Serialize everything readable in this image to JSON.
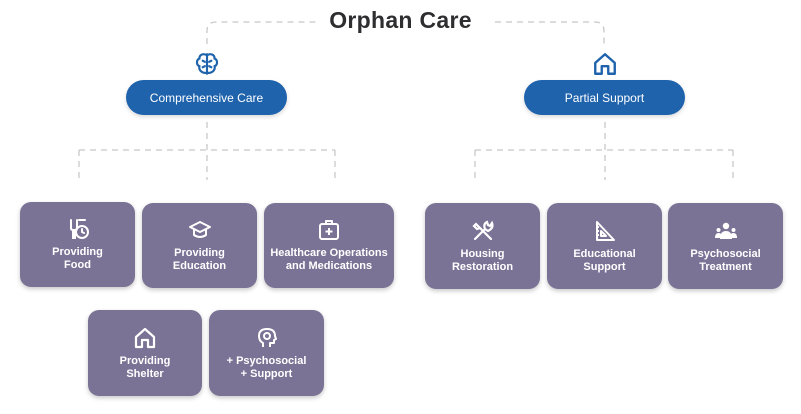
{
  "title": "Orphan Care",
  "branches": [
    {
      "label": "Comprehensive Care",
      "icon": "brain-icon",
      "items": [
        {
          "label": "Providing\nFood",
          "icon": "food-timer-icon"
        },
        {
          "label": "Providing\nEducation",
          "icon": "graduation-cap-icon"
        },
        {
          "label": "Healthcare Operations\nand Medications",
          "icon": "first-aid-kit-icon"
        },
        {
          "label": "Providing\nShelter",
          "icon": "home-icon"
        },
        {
          "label": "+ Psychosocial\n+ Support",
          "icon": "mind-head-icon"
        }
      ]
    },
    {
      "label": "Partial Support",
      "icon": "home-icon",
      "items": [
        {
          "label": "Housing\nRestoration",
          "icon": "tools-icon"
        },
        {
          "label": "Educational\nSupport",
          "icon": "set-square-icon"
        },
        {
          "label": "Psychosocial\nTreatment",
          "icon": "people-group-icon"
        }
      ]
    }
  ],
  "colors": {
    "primary": "#1f63ad",
    "card": "#7b7395",
    "connector": "#c8c8c8",
    "title": "#2e2e30"
  }
}
